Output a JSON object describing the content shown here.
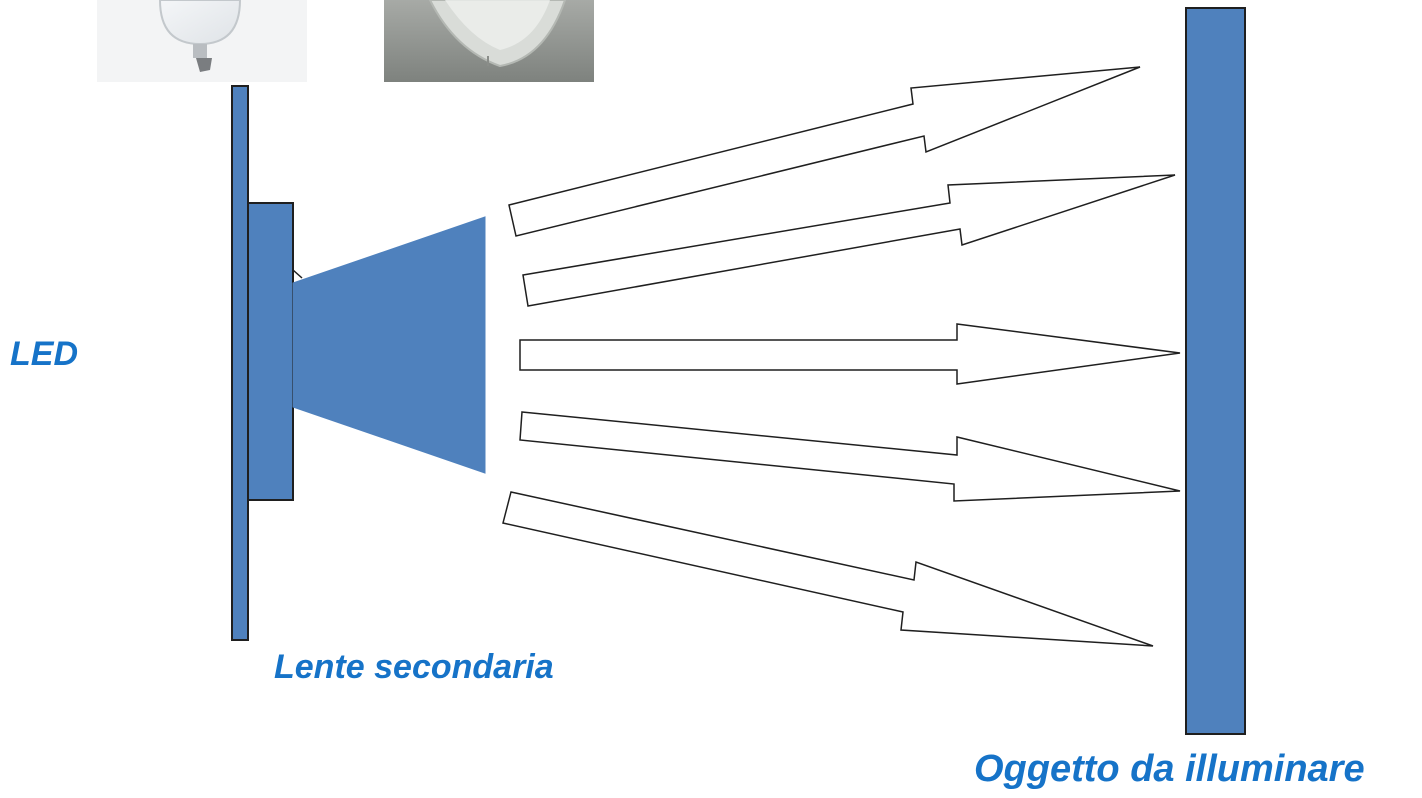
{
  "labels": {
    "led": "LED",
    "lens": "Lente secondaria",
    "target": "Oggetto da illuminare"
  },
  "colors": {
    "shape_fill": "#4f81bd",
    "shape_stroke": "#1f1f1f",
    "arrow_fill": "#ffffff",
    "label_text": "#1673c8"
  },
  "photos": [
    {
      "name": "led-lamp-photo",
      "subject": "led-bulb-with-base"
    },
    {
      "name": "lens-photo",
      "subject": "transparent-reflector-lens"
    }
  ],
  "arrow_count": 5
}
